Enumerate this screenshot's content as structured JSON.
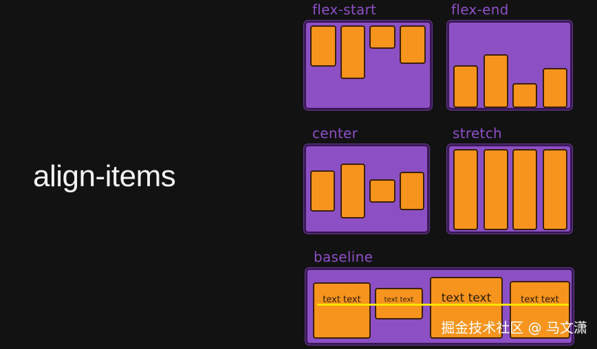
{
  "title": "align-items",
  "panels": {
    "flex_start": {
      "label": "flex-start"
    },
    "flex_end": {
      "label": "flex-end"
    },
    "center": {
      "label": "center"
    },
    "stretch": {
      "label": "stretch"
    },
    "baseline": {
      "label": "baseline",
      "item_texts": [
        "text text",
        "text text",
        "text text",
        "text text"
      ]
    }
  },
  "colors": {
    "background": "#121212",
    "panel": "#8c50c4",
    "item": "#f7941d",
    "label": "#8e4fc6",
    "baseline_line": "#f5e500"
  },
  "watermark": "掘金技术社区 @ 马文潇"
}
